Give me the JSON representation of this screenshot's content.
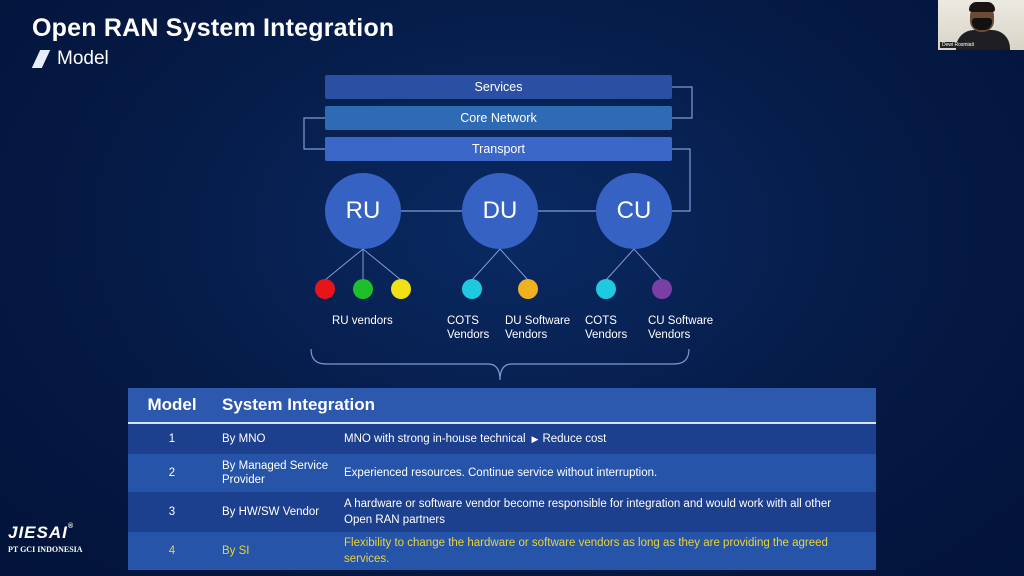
{
  "slide": {
    "title": "Open RAN System Integration",
    "subtitle": "Model"
  },
  "webcam": {
    "participant_name": "Dewi Rosmiati"
  },
  "diagram": {
    "layers": {
      "services": "Services",
      "core_network": "Core Network",
      "transport": "Transport"
    },
    "nodes": {
      "ru": "RU",
      "du": "DU",
      "cu": "CU"
    },
    "dot_colors": {
      "red": "#e8141c",
      "green": "#1fbf2b",
      "yellow": "#f0e015",
      "cyan": "#1fc9df",
      "orange": "#eeb21e",
      "purple": "#7a3fa5"
    },
    "vendors": {
      "ru_vendors": "RU vendors",
      "du_cots_line1": "COTS",
      "du_cots_line2": "Vendors",
      "du_software_line1": "DU Software",
      "du_software_line2": "Vendors",
      "cu_cots_line1": "COTS",
      "cu_cots_line2": "Vendors",
      "cu_software_line1": "CU Software",
      "cu_software_line2": "Vendors"
    }
  },
  "table": {
    "headers": {
      "model": "Model",
      "system_integration": "System Integration"
    },
    "rows": [
      {
        "model": "1",
        "by": "By MNO",
        "description": "MNO with strong in-house technical",
        "note": "Reduce cost"
      },
      {
        "model": "2",
        "by": "By Managed Service Provider",
        "description": "Experienced resources. Continue service without interruption."
      },
      {
        "model": "3",
        "by": "By HW/SW Vendor",
        "description": "A hardware or software vendor become responsible for integration and would work with all other Open RAN partners"
      },
      {
        "model": "4",
        "by": "By SI",
        "description": "Flexibility to change the hardware or software vendors as long as they are providing the agreed services."
      }
    ]
  },
  "logo": {
    "mark": "JIESAI",
    "registered": "®",
    "company": "PT GCI INDONESIA"
  }
}
